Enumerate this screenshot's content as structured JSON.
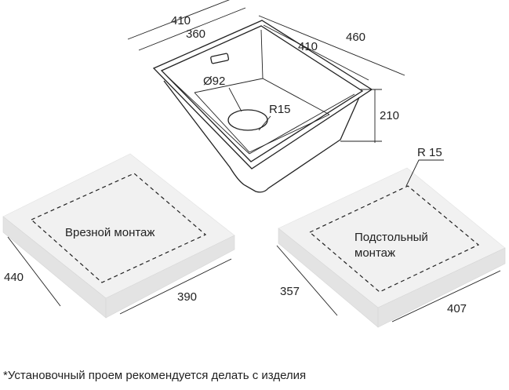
{
  "sink": {
    "dims": {
      "outer_width": "410",
      "inner_width": "360",
      "outer_depth": "460",
      "inner_depth": "410",
      "height": "210",
      "drain": "Ø92",
      "corner_radius": "R15"
    }
  },
  "flush_mount": {
    "label": "Врезной монтаж",
    "depth": "440",
    "width": "390"
  },
  "undermount": {
    "label_line1": "Подстольный",
    "label_line2": "монтаж",
    "radius": "R 15",
    "depth": "357",
    "width": "407"
  },
  "footnote": "*Установочный проем рекомендуется делать с изделия"
}
